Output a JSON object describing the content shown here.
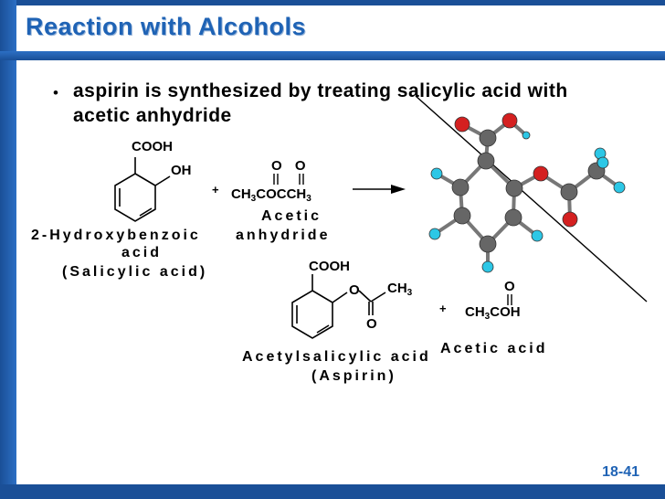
{
  "slide": {
    "title": "Reaction with Alcohols",
    "page_number": "18-41",
    "bullet": "aspirin is synthesized by treating salicylic acid with acetic anhydride"
  },
  "salicylic_acid": {
    "cooh": "COOH",
    "oh": "OH",
    "name_line1": "2-Hydroxybenzoic",
    "name_line2": "acid",
    "name_line3": "(Salicylic acid)"
  },
  "acetic_anhydride": {
    "plus": "+",
    "oxygens": "O O",
    "formula_part1": "CH",
    "formula_sub1": "3",
    "formula_part2": "COCCH",
    "formula_sub2": "3",
    "name_line1": "Acetic",
    "name_line2": "anhydride"
  },
  "aspirin": {
    "cooh": "COOH",
    "o_ester": "O",
    "ch3": "CH",
    "ch3_sub": "3",
    "carbonyl_o": "O",
    "name_line1": "Acetylsalicylic acid",
    "name_line2": "(Aspirin)"
  },
  "acetic_acid": {
    "plus": "+",
    "o": "O",
    "formula_part1": "CH",
    "formula_sub": "3",
    "formula_part2": "COH",
    "name": "Acetic acid"
  },
  "colors": {
    "title_blue": "#1f63b5",
    "carbon": "#555555",
    "oxygen": "#d42020",
    "hydrogen": "#2cc7e6"
  }
}
